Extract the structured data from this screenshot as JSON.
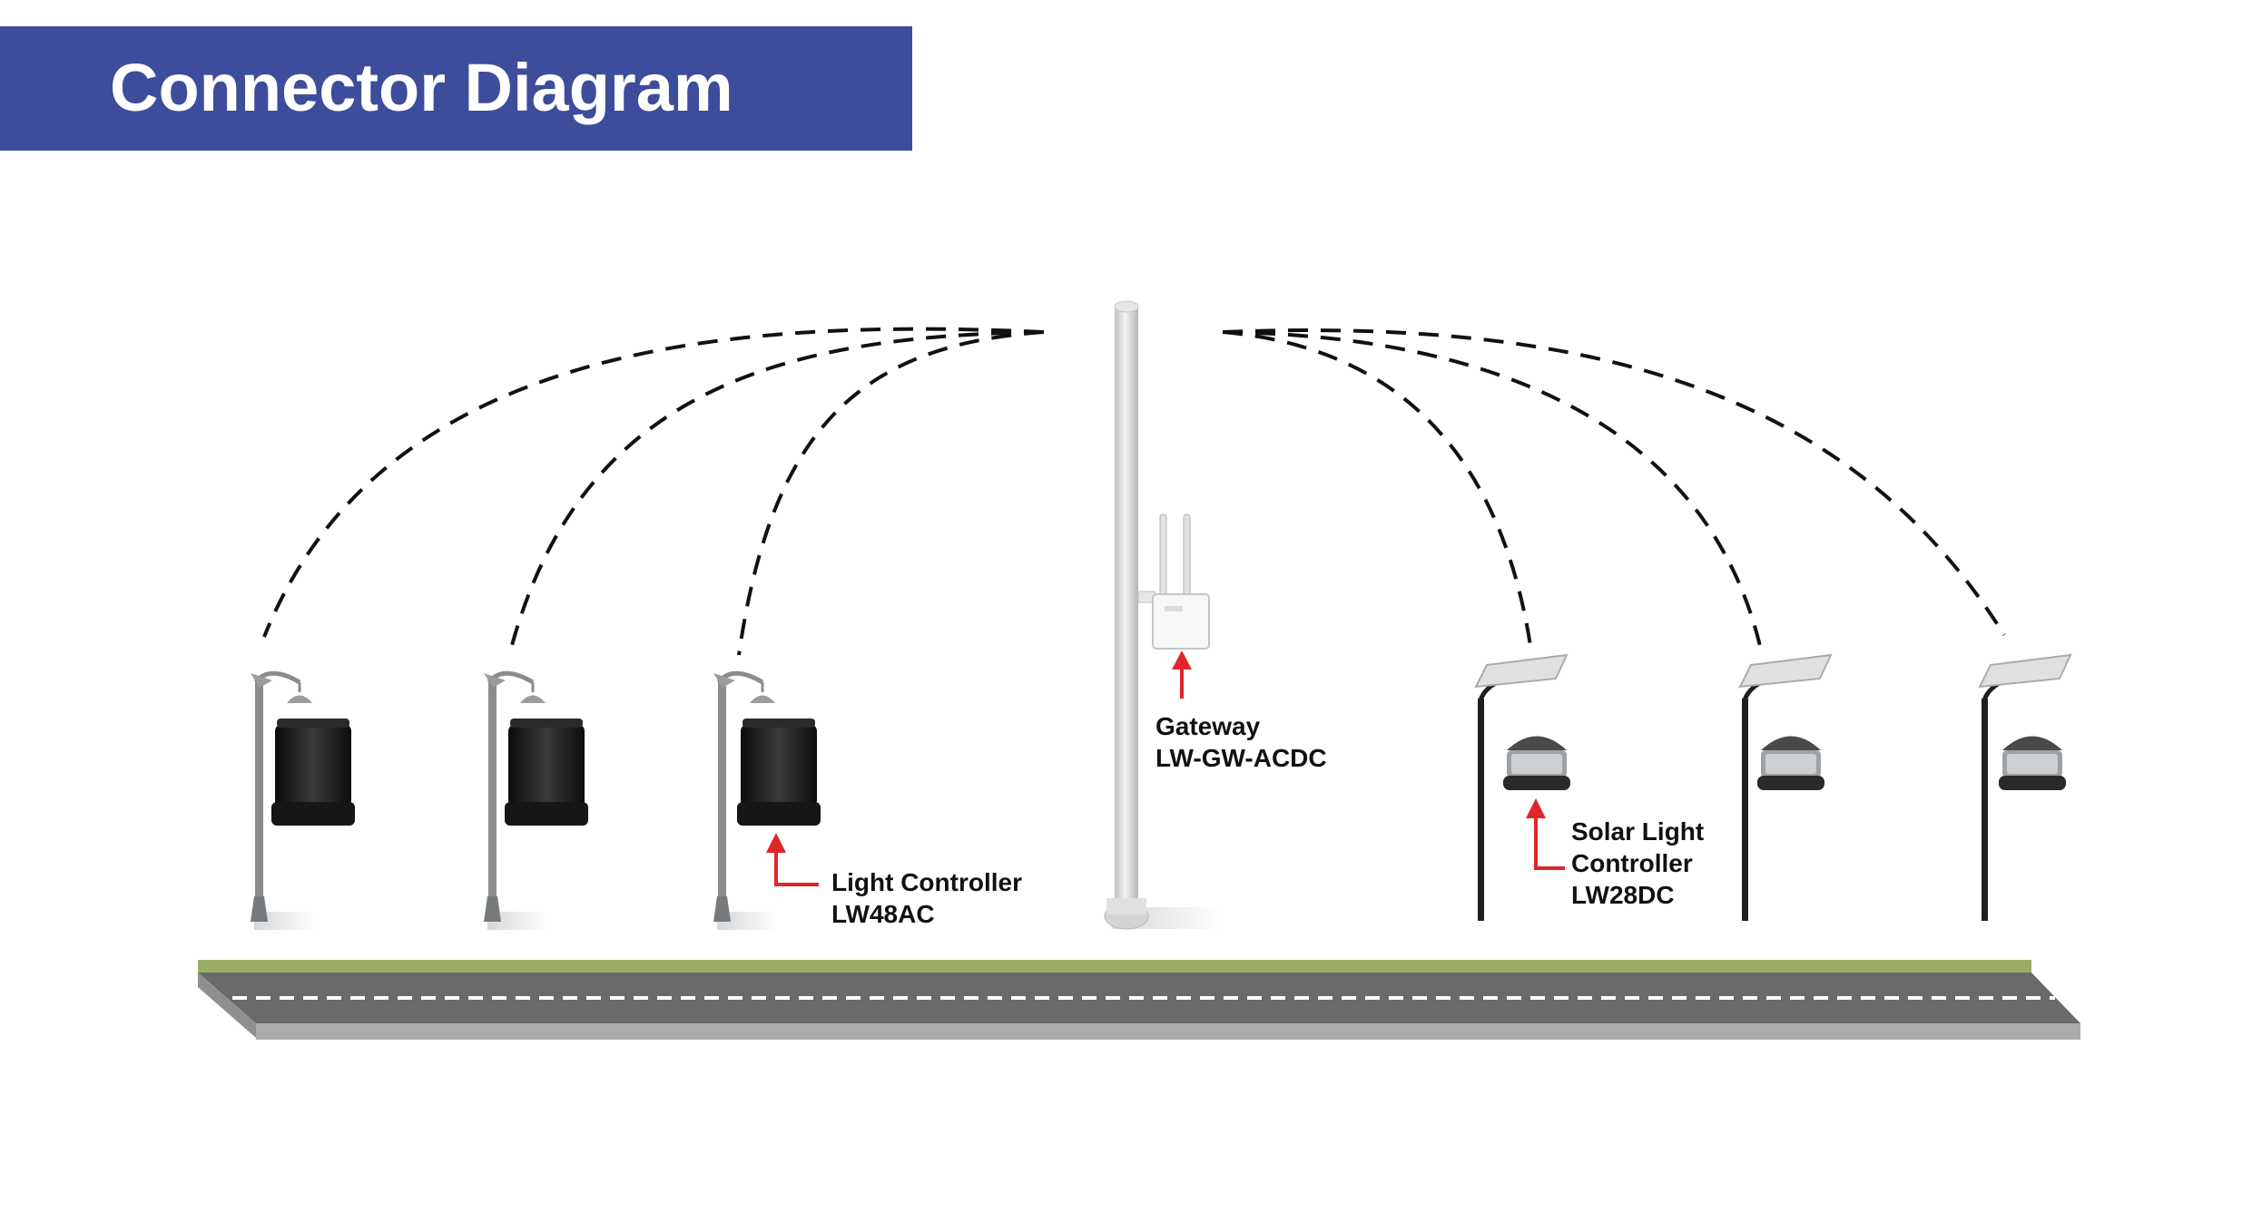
{
  "title": "Connector Diagram",
  "gateway": {
    "label_line1": "Gateway",
    "label_line2": "LW-GW-ACDC"
  },
  "light_controller": {
    "label_line1": "Light Controller",
    "label_line2": "LW48AC"
  },
  "solar_controller": {
    "label_line1": "Solar Light",
    "label_line2": "Controller",
    "label_line3": "LW28DC"
  },
  "colors": {
    "banner": "#3d4d9b",
    "arrow": "#e0262b",
    "road": "#686a6c",
    "grass": "#9aad62",
    "curb": "#a9abad",
    "device": "#1c1c1c",
    "pole": "#c9cbcd"
  }
}
